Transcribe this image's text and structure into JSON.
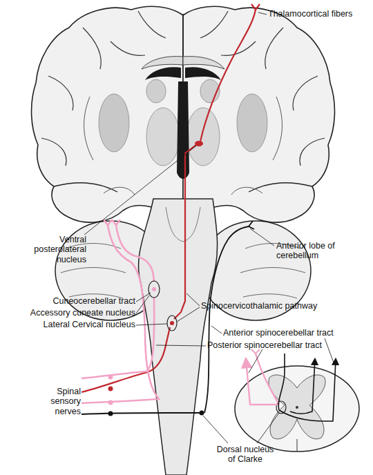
{
  "diagram": {
    "labels": [
      "Thalamocortical fibers",
      "Ventral posterolateral nucleus",
      "Anterior lobe of cerebellum",
      "Cuneocerebellar tract",
      "Accessory cuneate nucleus",
      "Lateral Cervical nucleus",
      "Spinocervicothalamic pathway",
      "Anterior spinocerebellar tract",
      "Posterior spinocerebellar tract",
      "Spinal sensory nerves",
      "Dorsal nucleus of Clarke"
    ]
  }
}
